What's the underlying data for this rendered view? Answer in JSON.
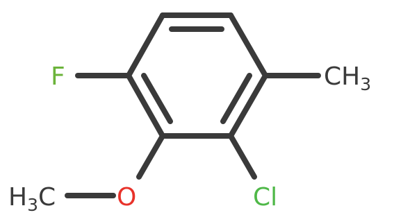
{
  "molecule": {
    "atoms": {
      "fluorine": {
        "text": "F",
        "color": "#6bb33a"
      },
      "methyl": {
        "main": "CH",
        "sub": "3",
        "color": "#3a3a3a"
      },
      "chlorine": {
        "text": "Cl",
        "color": "#4fb848"
      },
      "oxygen": {
        "text": "O",
        "color": "#e8322a"
      },
      "methoxy_carbon": {
        "main": "H",
        "sub": "3",
        "tail": "C",
        "color": "#3a3a3a"
      }
    },
    "bond_color": "#3a3a3a"
  }
}
